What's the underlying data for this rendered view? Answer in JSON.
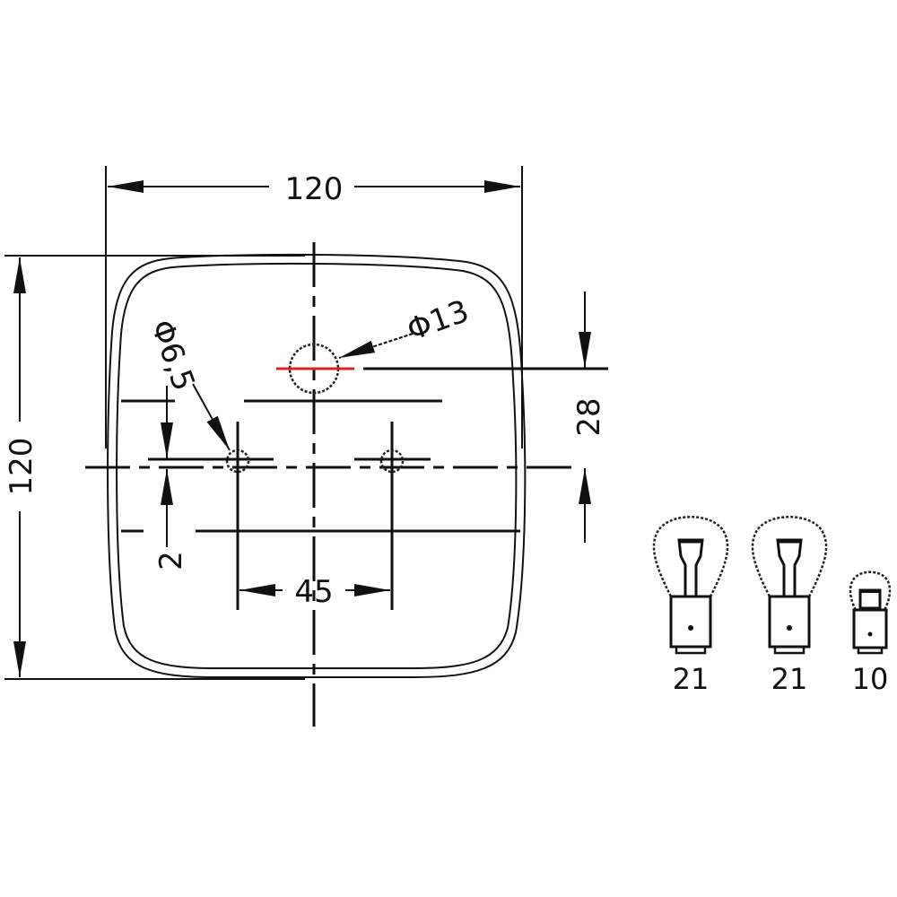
{
  "dimensions": {
    "width": "120",
    "height": "120",
    "hole_small": "Φ6,5",
    "hole_large": "Φ13",
    "vertical_offset_28": "28",
    "vertical_offset_2": "2",
    "hole_spacing": "45"
  },
  "bulbs": [
    {
      "label": "21"
    },
    {
      "label": "21"
    },
    {
      "label": "10"
    }
  ],
  "colors": {
    "lines": "#111111",
    "highlight": "#e02020"
  }
}
